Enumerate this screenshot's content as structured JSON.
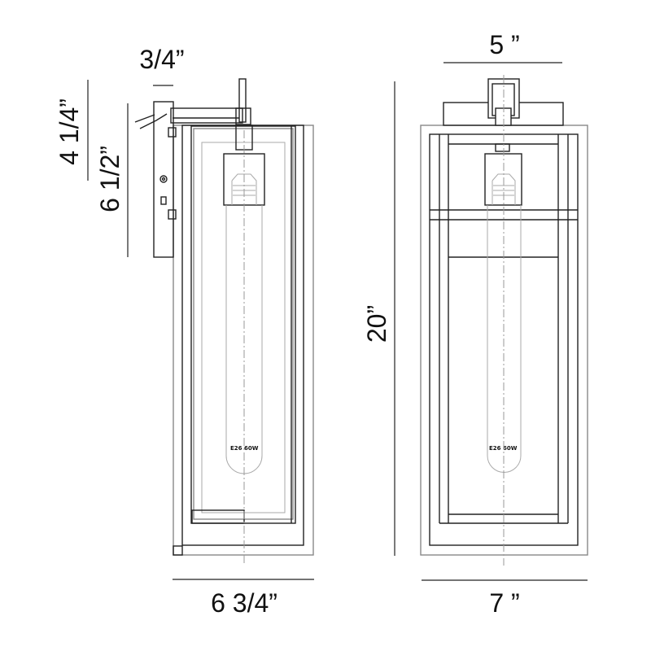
{
  "dimensions": {
    "arm_depth": "3/4”",
    "backplate_upper": "4 1/4”",
    "backplate_height": "6 1/2”",
    "overall_height": "20”",
    "top_width": "5 ”",
    "side_depth": "6 3/4”",
    "front_width": "7 ”"
  },
  "bulb": {
    "side_label": "E26 60W",
    "front_label": "E26 60W"
  }
}
